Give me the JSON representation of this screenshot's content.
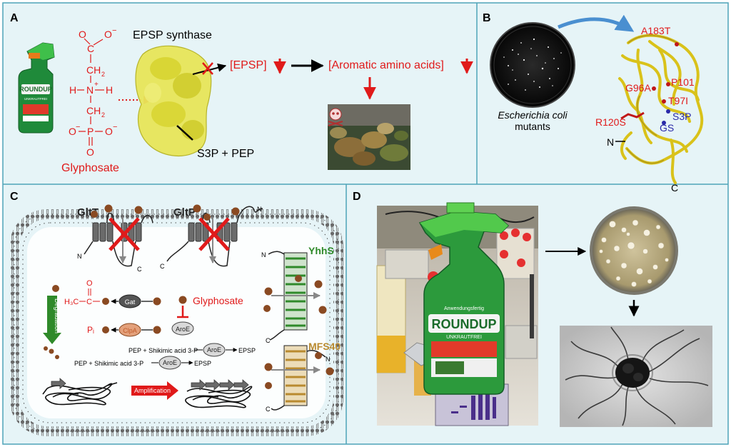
{
  "colors": {
    "accent_red": "#e01a1a",
    "frame_blue": "#4ea3b8",
    "panel_bg": "#e6f4f7",
    "protein_yellow": "#d9d21a",
    "membrane_gray": "#555555",
    "transporter_green": "#2f8a2a",
    "transporter_tan": "#b98a2f",
    "mutation_blue": "#2a2aa8"
  },
  "panel_a": {
    "label": "A",
    "molecule": {
      "carboxyl_top": "C",
      "o_double": "O",
      "o_minus": "O",
      "charge_minus": "−",
      "ch2_upper": "CH",
      "sub2_upper": "2",
      "nh_h_left": "H",
      "nh_n": "N",
      "nh_plus": "+",
      "nh_h_right": "H",
      "nh_h_bottom": "H",
      "ch2_lower": "CH",
      "sub2_lower": "2",
      "p_o_left": "O",
      "p_o_left_charge": "−",
      "p_atom": "P",
      "p_o_right": "O",
      "p_o_right_charge": "−",
      "p_o_bottom": "O",
      "name": "Glyphosate"
    },
    "enzyme_label": "EPSP synthase",
    "substrates": "S3P + PEP",
    "epsp": "[EPSP]",
    "aromatic": "[Aromatic amino acids]",
    "product_name": "ROUNDUP",
    "product_tag": "UNKRAUTFREI"
  },
  "panel_b": {
    "label": "B",
    "caption_species": "Escherichia coli",
    "caption_rest": "mutants",
    "mutations": {
      "a183t": "A183T",
      "g96a": "G96A",
      "p101": "P101",
      "t97": "T97I",
      "r120s": "R120S",
      "s3p": "S3P",
      "gs": "GS"
    },
    "n_term": "N",
    "c_term": "C"
  },
  "panel_c": {
    "label": "C",
    "gltt": "GltT",
    "gltp": "GltP",
    "yhhs": "YhhS",
    "mfs40": "MFS40",
    "n1": "N",
    "n2": "N",
    "n3": "N",
    "n4": "N",
    "c1": "C",
    "c2": "C",
    "c3": "C",
    "c4": "C",
    "glyphosate": "Glyphosate",
    "gat": "Gat",
    "clpa": "ClpA",
    "aroe1": "AroE",
    "aroe2": "AroE",
    "aroe3": "AroE",
    "h3c": "H₃C",
    "c_atom": "C",
    "o_atom": "O",
    "pi": "Pᵢ",
    "reaction1_left": "PEP + Shikimic acid 3-P",
    "reaction1_right": "EPSP",
    "reaction2_left": "PEP + Shikimic acid 3-P",
    "reaction2_right": "EPSP",
    "degradation": "Degradation",
    "amplification": "Amplification"
  },
  "panel_d": {
    "label": "D",
    "product_name": "ROUNDUP",
    "product_tag": "UNKRAUTFREI",
    "product_top": "Anwendungsfertig"
  }
}
